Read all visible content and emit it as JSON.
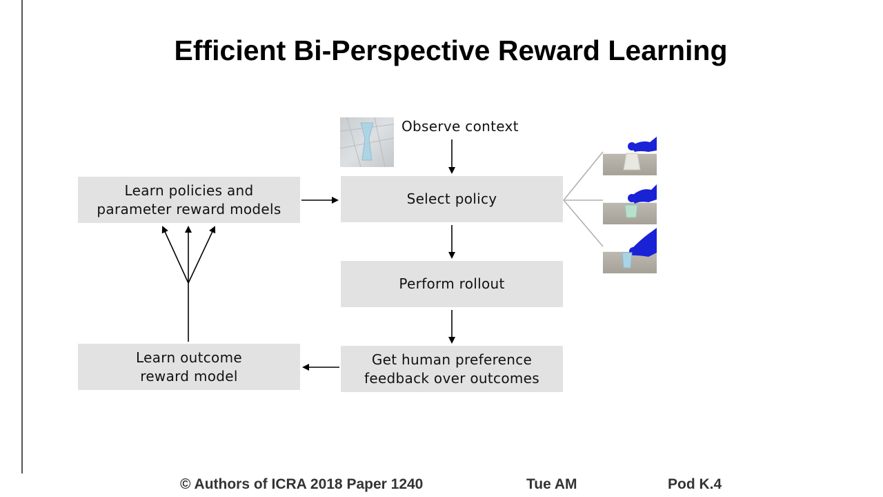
{
  "title": "Efficient Bi-Perspective Reward Learning",
  "diagram": {
    "observe_context": "Observe context",
    "select_policy": "Select policy",
    "perform_rollout": "Perform rollout",
    "get_feedback": [
      "Get human preference",
      "feedback over outcomes"
    ],
    "learn_outcome": [
      "Learn outcome",
      "reward model"
    ],
    "learn_policies": [
      "Learn policies and",
      "parameter reward models"
    ]
  },
  "footer": {
    "copyright": "© Authors of ICRA 2018 Paper 1240",
    "session": "Tue AM",
    "pod": "Pod K.4"
  },
  "colors": {
    "box_fill": "#e2e2e2",
    "arrow": "#000000",
    "robot_arm": "#1a22d6"
  }
}
